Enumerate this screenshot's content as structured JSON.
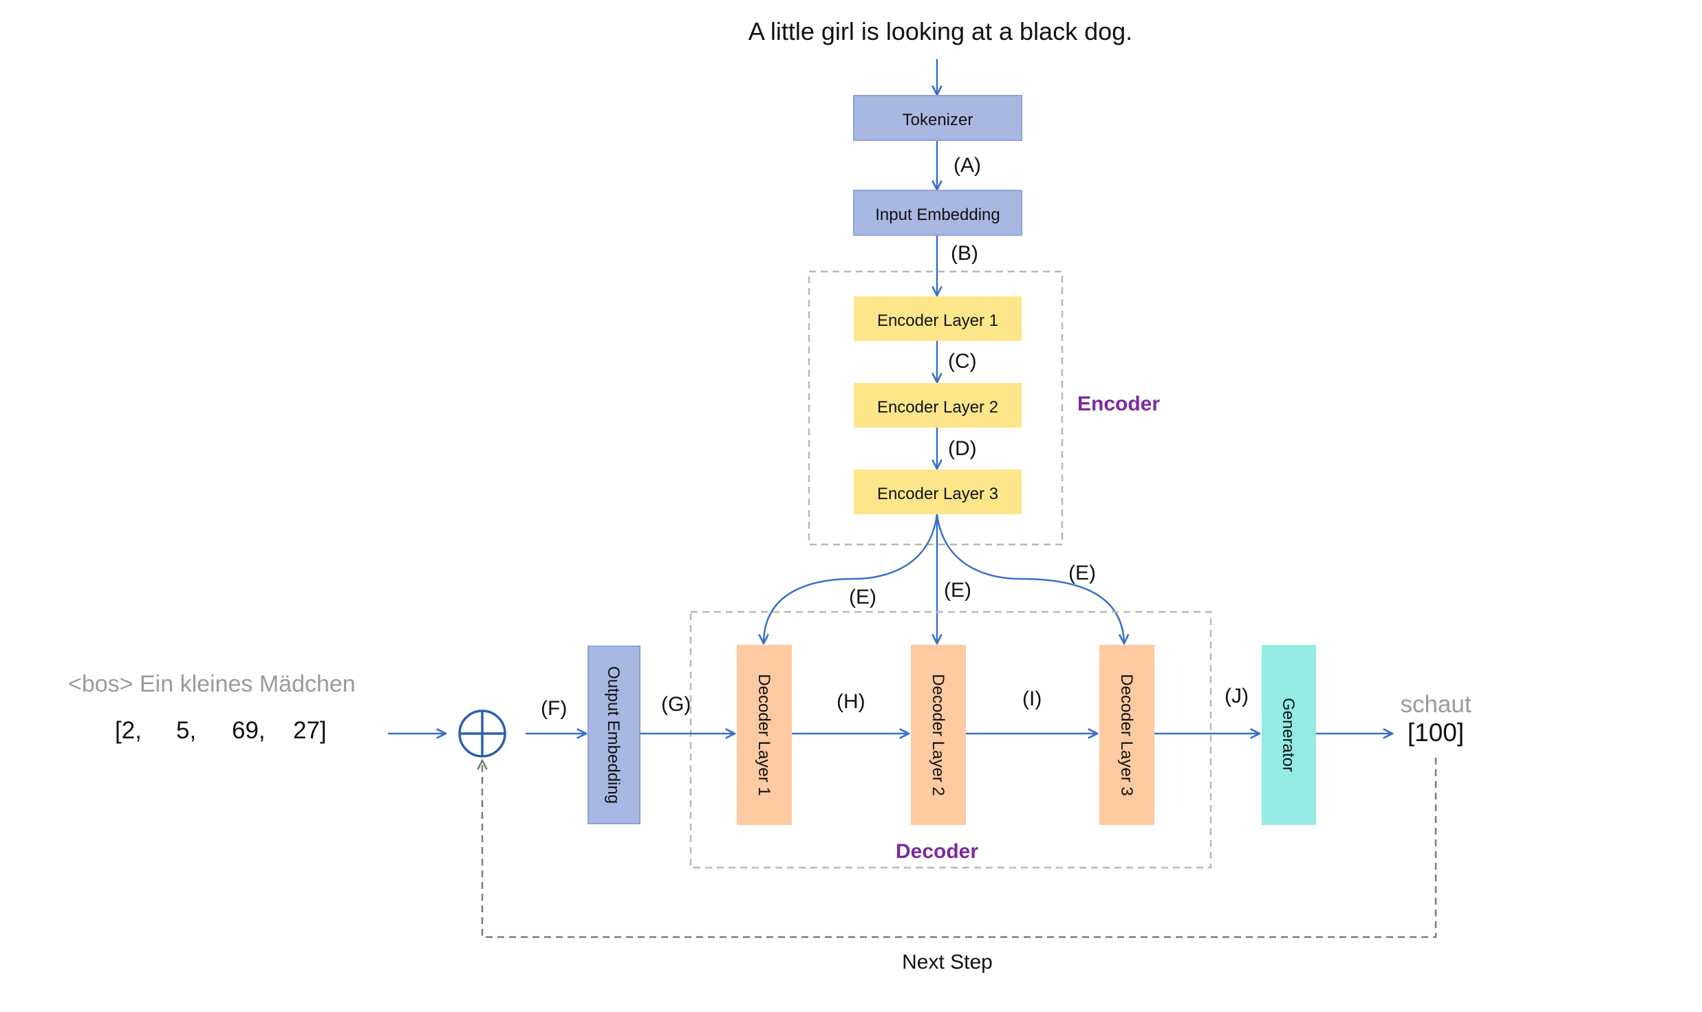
{
  "diagram": {
    "input_sentence": "A little girl is looking at a black dog.",
    "nodes": {
      "tokenizer": "Tokenizer",
      "input_embedding": "Input Embedding",
      "encoder_layer_1": "Encoder Layer 1",
      "encoder_layer_2": "Encoder Layer 2",
      "encoder_layer_3": "Encoder Layer 3",
      "output_embedding": "Output Embedding",
      "decoder_layer_1": "Decoder Layer 1",
      "decoder_layer_2": "Decoder Layer 2",
      "decoder_layer_3": "Decoder Layer 3",
      "generator": "Generator"
    },
    "groups": {
      "encoder": "Encoder",
      "decoder": "Decoder"
    },
    "edge_labels": {
      "a": "(A)",
      "b": "(B)",
      "c": "(C)",
      "d": "(D)",
      "e_left": "(E)",
      "e_center": "(E)",
      "e_right": "(E)",
      "f": "(F)",
      "g": "(G)",
      "h": "(H)",
      "i": "(I)",
      "j": "(J)"
    },
    "decoder_input": {
      "text": "<bos> Ein kleines Mädchen",
      "ids": [
        "[2,",
        "5,",
        "69,",
        "27]"
      ]
    },
    "output": {
      "token": "schaut",
      "id": "[100]"
    },
    "feedback_label": "Next Step",
    "colors": {
      "arrow": "#3a6fc8",
      "blue_box": "#a9b8e2",
      "blue_box_border": "#8ea1d6",
      "encoder_box": "#fde68a",
      "decoder_box": "#fdcaa2",
      "generator_box": "#93ebe2",
      "group_label": "#7b2a9c",
      "muted_text": "#9a9a9a",
      "dashed_border": "#b8b8b8"
    }
  }
}
